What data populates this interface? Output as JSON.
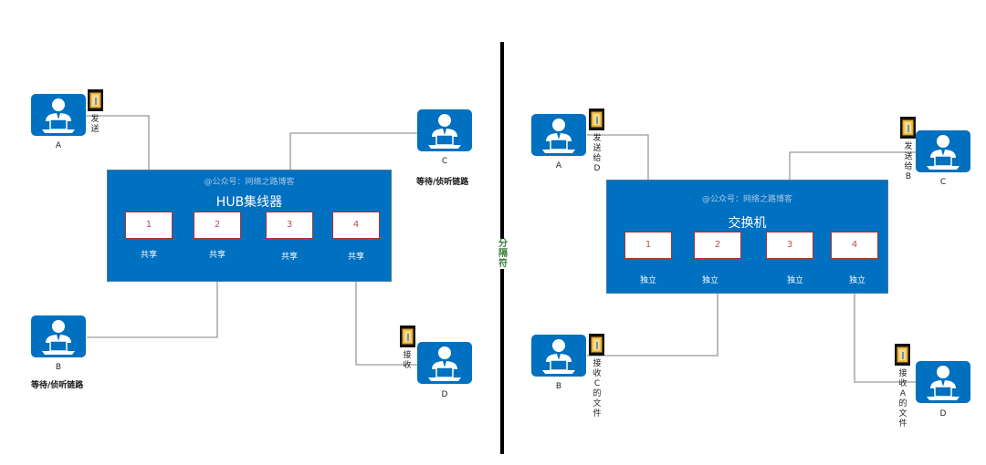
{
  "hub": {
    "title": "HUB集线器",
    "watermark": "@公众号：网络之路博客",
    "ports": [
      {
        "number": "1",
        "label": "共享"
      },
      {
        "number": "2",
        "label": "共享"
      },
      {
        "number": "3",
        "label": "共享"
      },
      {
        "number": "4",
        "label": "共享"
      }
    ],
    "users": [
      {
        "name": "A",
        "note": "发送"
      },
      {
        "name": "B",
        "note": "等待/侦听链路"
      },
      {
        "name": "C",
        "note": "等待/侦听链路"
      },
      {
        "name": "D",
        "note": "接收"
      }
    ]
  },
  "divider": {
    "label": "分隔符"
  },
  "switch": {
    "title": "交换机",
    "watermark": "@公众号：网络之路博客",
    "ports": [
      {
        "number": "1",
        "label": "独立"
      },
      {
        "number": "2",
        "label": "独立"
      },
      {
        "number": "3",
        "label": "独立"
      },
      {
        "number": "4",
        "label": "独立"
      }
    ],
    "users": [
      {
        "name": "A",
        "note": "发送给D"
      },
      {
        "name": "B",
        "note": "接收C的文件"
      },
      {
        "name": "C",
        "note": "发送给B"
      },
      {
        "name": "D",
        "note": "接收A的文件"
      }
    ]
  },
  "colors": {
    "device_blue": "#0070c0",
    "port_border": "#b03030",
    "wire": "#999999",
    "divider": "#000000"
  }
}
